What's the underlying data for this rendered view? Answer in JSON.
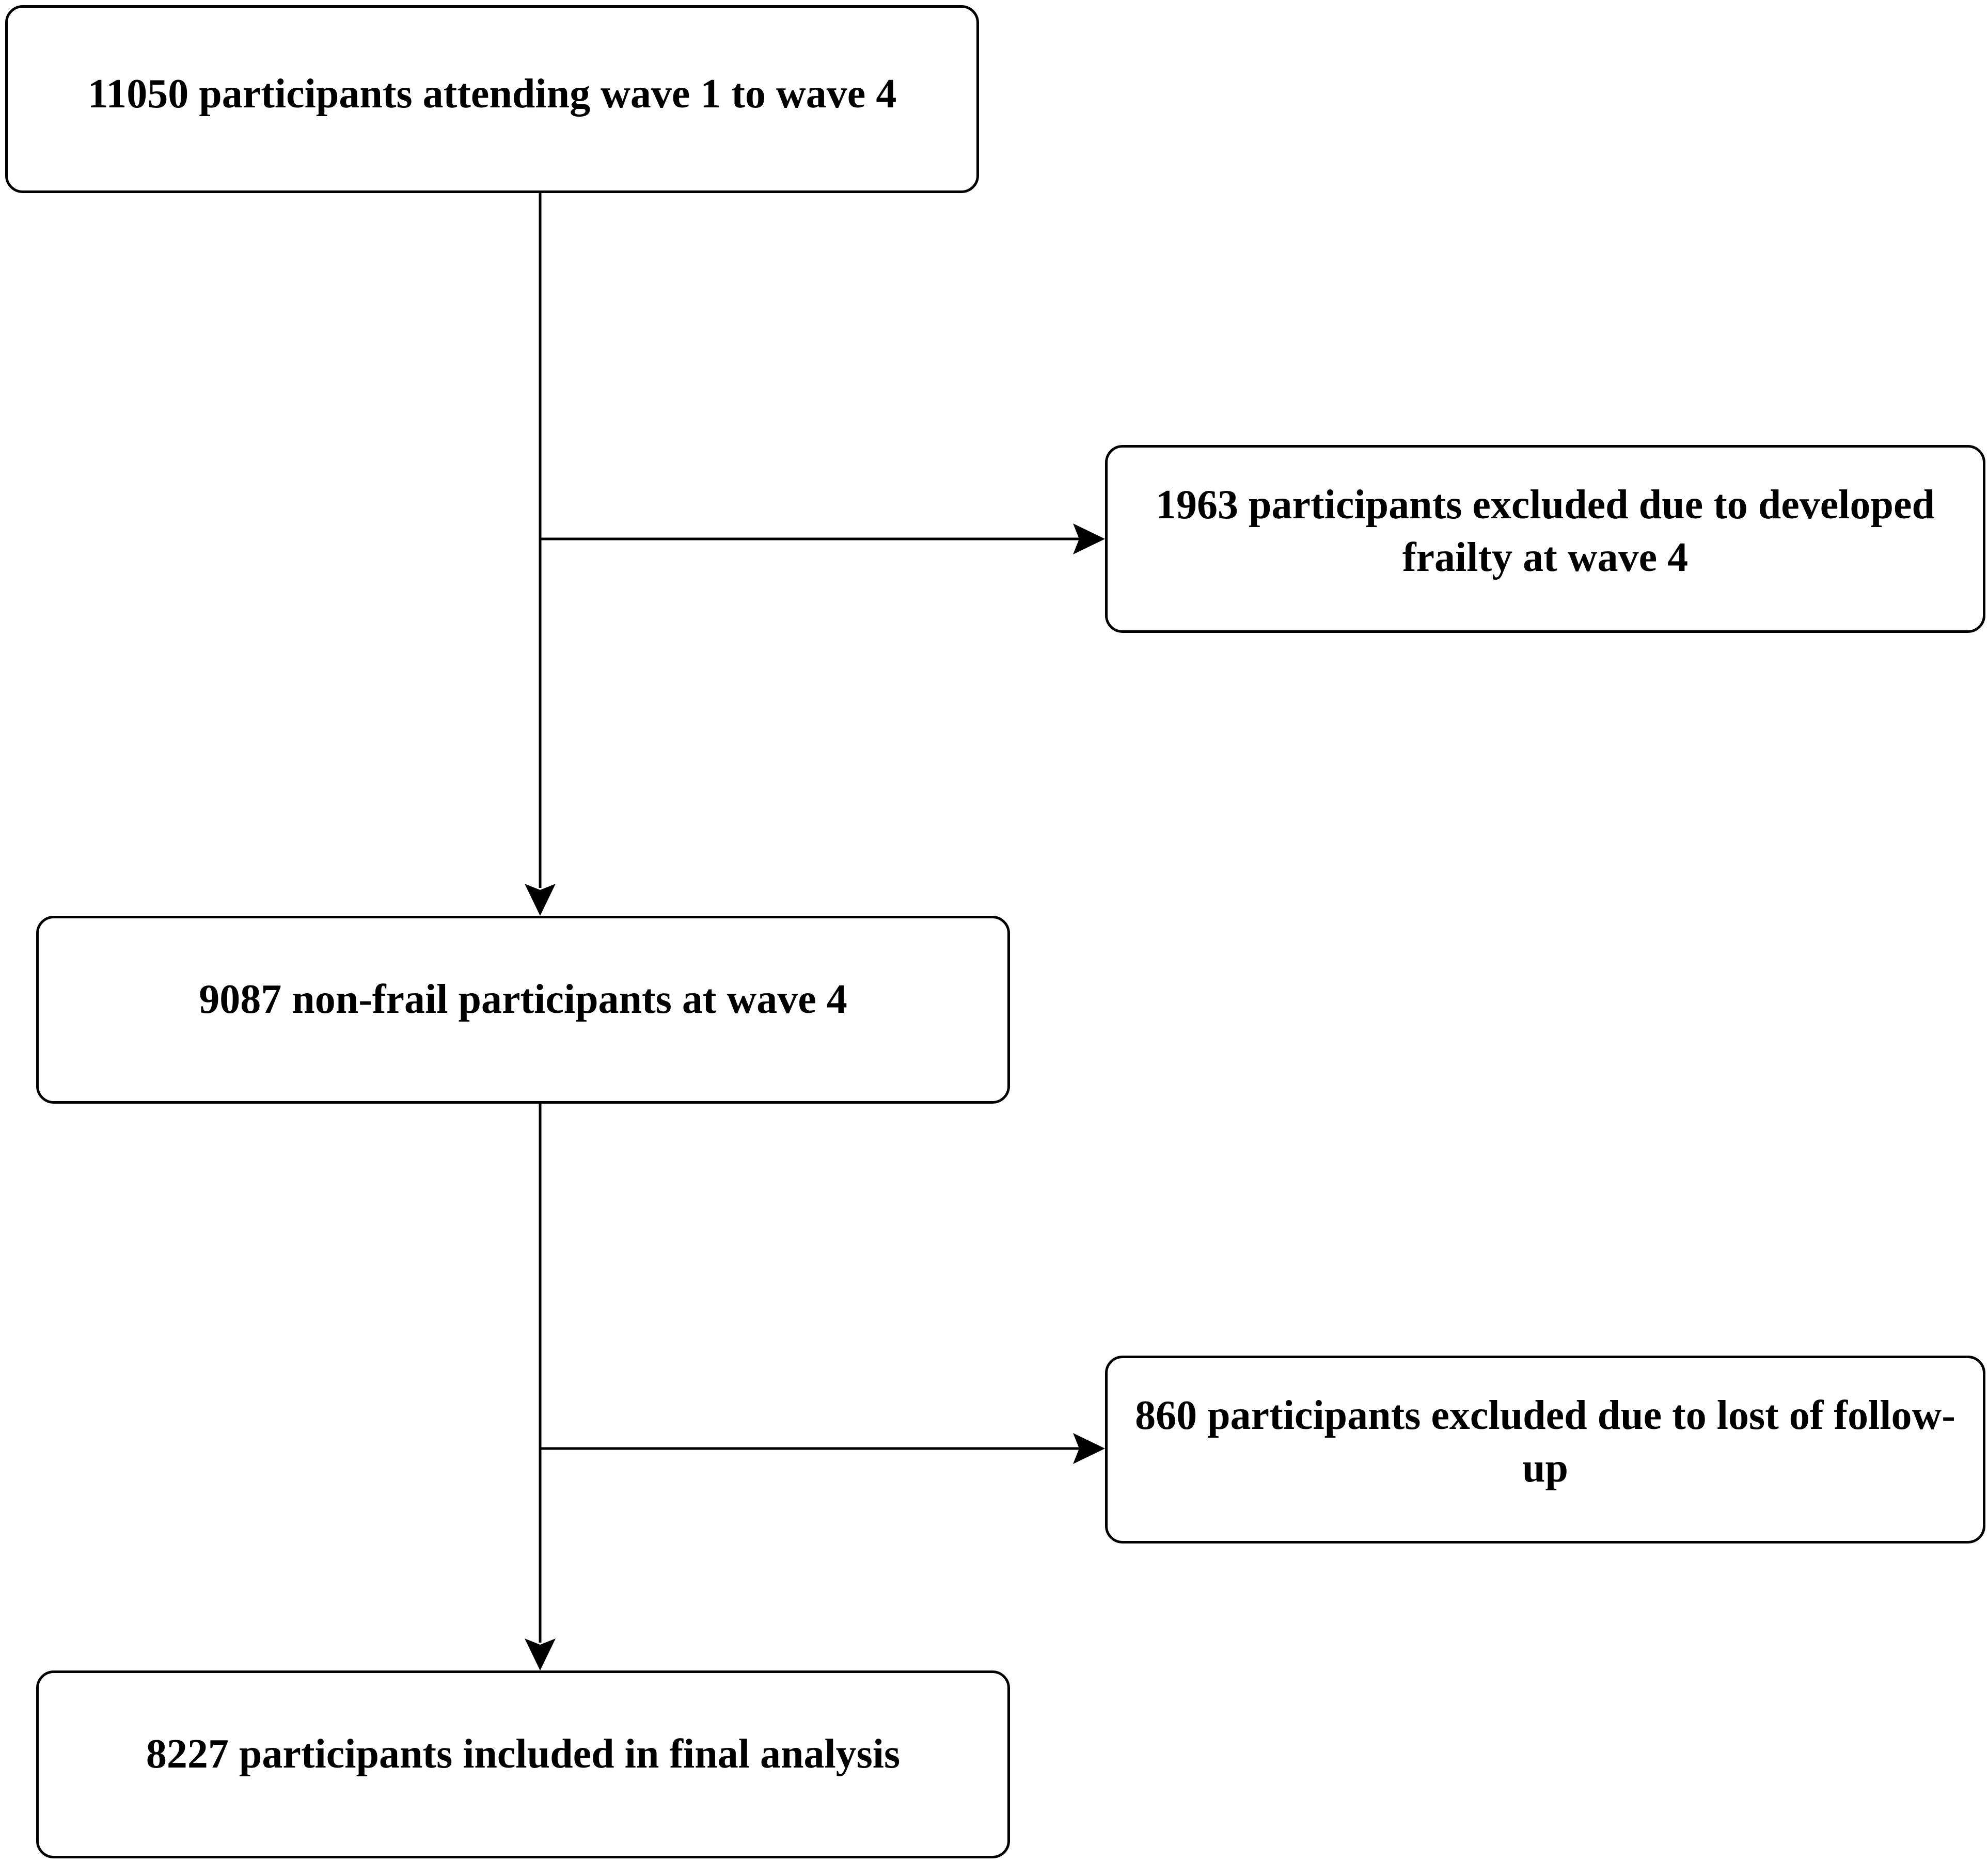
{
  "nodes": [
    {
      "id": "n1",
      "text": "11050 participants attending wave 1 to wave 4"
    },
    {
      "id": "n2",
      "text": "1963 participants excluded due to developed frailty at wave 4"
    },
    {
      "id": "n3",
      "text": "9087 non-frail participants at wave 4"
    },
    {
      "id": "n4",
      "text": "860 participants excluded due to lost of follow-up"
    },
    {
      "id": "n5",
      "text": "8227 participants included in final analysis"
    }
  ],
  "edges": [
    {
      "from": "n1",
      "to": "n3"
    },
    {
      "from": "n1",
      "to": "n2"
    },
    {
      "from": "n3",
      "to": "n5"
    },
    {
      "from": "n3",
      "to": "n4"
    }
  ],
  "colors": {
    "stroke": "#000000",
    "background": "#ffffff",
    "text": "#000000"
  }
}
